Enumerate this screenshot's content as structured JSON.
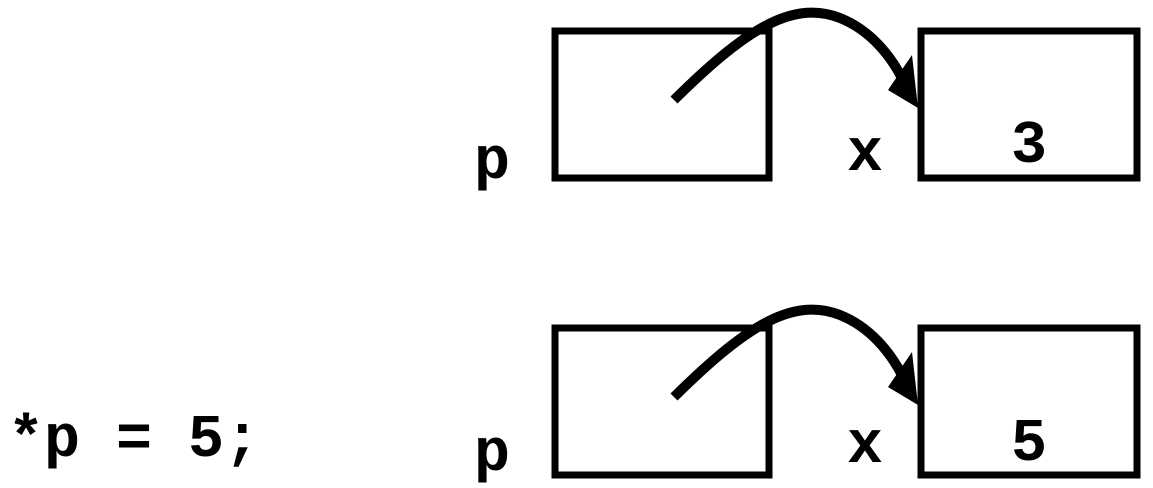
{
  "panels": [
    {
      "code": "",
      "pointer": {
        "label": "p"
      },
      "target": {
        "label": "x",
        "value": "3"
      }
    },
    {
      "code": "*p = 5;",
      "pointer": {
        "label": "p"
      },
      "target": {
        "label": "x",
        "value": "5"
      }
    }
  ],
  "colors": {
    "ink": "#000000",
    "background": "#ffffff"
  }
}
